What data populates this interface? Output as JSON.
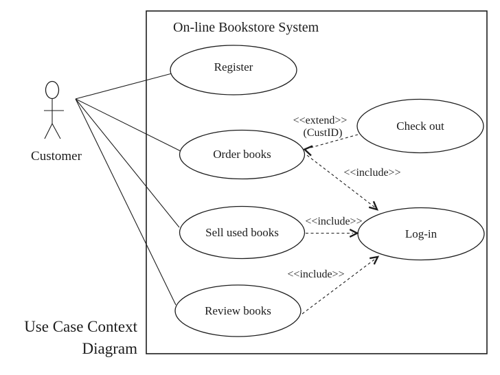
{
  "diagram": {
    "caption": {
      "line1": "Use Case Context",
      "line2": "Diagram"
    },
    "system": {
      "title": "On-line Bookstore System"
    },
    "actor": {
      "label": "Customer"
    },
    "use_cases": {
      "register": {
        "label": "Register"
      },
      "order_books": {
        "label": "Order books"
      },
      "check_out": {
        "label": "Check out"
      },
      "sell_used_books": {
        "label": "Sell used books"
      },
      "log_in": {
        "label": "Log-in"
      },
      "review_books": {
        "label": "Review books"
      }
    },
    "relationships": {
      "extend_checkout_order": {
        "stereotype": "<<extend>>",
        "condition": "(CustID)",
        "from": "Check out",
        "to": "Order books"
      },
      "include_order_login": {
        "stereotype": "<<include>>",
        "from": "Order books",
        "to": "Log-in"
      },
      "include_sell_login": {
        "stereotype": "<<include>>",
        "from": "Sell used books",
        "to": "Log-in"
      },
      "include_review_login": {
        "stereotype": "<<include>>",
        "from": "Review books",
        "to": "Log-in"
      }
    },
    "colors": {
      "ink": "#1c1c1c",
      "background": "#ffffff"
    }
  }
}
